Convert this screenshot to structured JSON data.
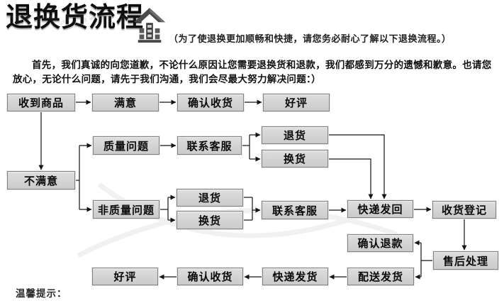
{
  "header": {
    "title": "退换货流程",
    "logo_icon": "home-icon",
    "subtitle": "（为了使退换更加顺畅和快捷，请您务必耐心了解以下退换流程。）"
  },
  "intro": {
    "text": "首先，我们真诚的向您道歉，不论什么原因让您需要退换货和退款，我们都感到万分的遗憾和歉意。也请您放心，无论什么问题，请先于我们沟通，我们会尽最大努力解决问题：）"
  },
  "flowchart": {
    "nodes": [
      {
        "id": "received-goods",
        "label": "收到商品"
      },
      {
        "id": "satisfied",
        "label": "满意"
      },
      {
        "id": "confirm-receipt-top",
        "label": "确认收货"
      },
      {
        "id": "good-review-top",
        "label": "好评"
      },
      {
        "id": "unsatisfied",
        "label": "不满意"
      },
      {
        "id": "quality-issue",
        "label": "质量问题"
      },
      {
        "id": "contact-service-quality",
        "label": "联系客服"
      },
      {
        "id": "return-quality",
        "label": "退货"
      },
      {
        "id": "exchange-quality",
        "label": "换货"
      },
      {
        "id": "non-quality-issue",
        "label": "非质量问题"
      },
      {
        "id": "return-nonquality",
        "label": "退货"
      },
      {
        "id": "exchange-nonquality",
        "label": "换货"
      },
      {
        "id": "contact-service-nonquality",
        "label": "联系客服"
      },
      {
        "id": "courier-send-back",
        "label": "快递发回"
      },
      {
        "id": "receipt-registration",
        "label": "收货登记"
      },
      {
        "id": "confirm-refund",
        "label": "确认退款"
      },
      {
        "id": "after-sales-processing",
        "label": "售后处理"
      },
      {
        "id": "delivery-shipping",
        "label": "配送发货"
      },
      {
        "id": "courier-shipping",
        "label": "快递发货"
      },
      {
        "id": "confirm-receipt-bottom",
        "label": "确认收货"
      },
      {
        "id": "good-review-bottom",
        "label": "好评"
      }
    ],
    "edges": [
      [
        "received-goods",
        "satisfied"
      ],
      [
        "satisfied",
        "confirm-receipt-top"
      ],
      [
        "confirm-receipt-top",
        "good-review-top"
      ],
      [
        "received-goods",
        "unsatisfied"
      ],
      [
        "unsatisfied",
        "quality-issue"
      ],
      [
        "unsatisfied",
        "non-quality-issue"
      ],
      [
        "quality-issue",
        "contact-service-quality"
      ],
      [
        "contact-service-quality",
        "return-quality"
      ],
      [
        "contact-service-quality",
        "exchange-quality"
      ],
      [
        "return-quality",
        "courier-send-back"
      ],
      [
        "exchange-quality",
        "courier-send-back"
      ],
      [
        "non-quality-issue",
        "return-nonquality"
      ],
      [
        "non-quality-issue",
        "exchange-nonquality"
      ],
      [
        "return-nonquality",
        "contact-service-nonquality"
      ],
      [
        "exchange-nonquality",
        "contact-service-nonquality"
      ],
      [
        "contact-service-nonquality",
        "courier-send-back"
      ],
      [
        "courier-send-back",
        "receipt-registration"
      ],
      [
        "receipt-registration",
        "after-sales-processing"
      ],
      [
        "after-sales-processing",
        "confirm-refund"
      ],
      [
        "after-sales-processing",
        "delivery-shipping"
      ],
      [
        "delivery-shipping",
        "courier-shipping"
      ],
      [
        "courier-shipping",
        "confirm-receipt-bottom"
      ],
      [
        "confirm-receipt-bottom",
        "good-review-bottom"
      ]
    ]
  },
  "footer": {
    "tips_label": "温馨提示："
  },
  "colors": {
    "background": "#ffffff",
    "node_fill": "#d5d5d5",
    "node_border": "#828282",
    "line": "#1a1a1a",
    "text": "#0a0a0a"
  }
}
